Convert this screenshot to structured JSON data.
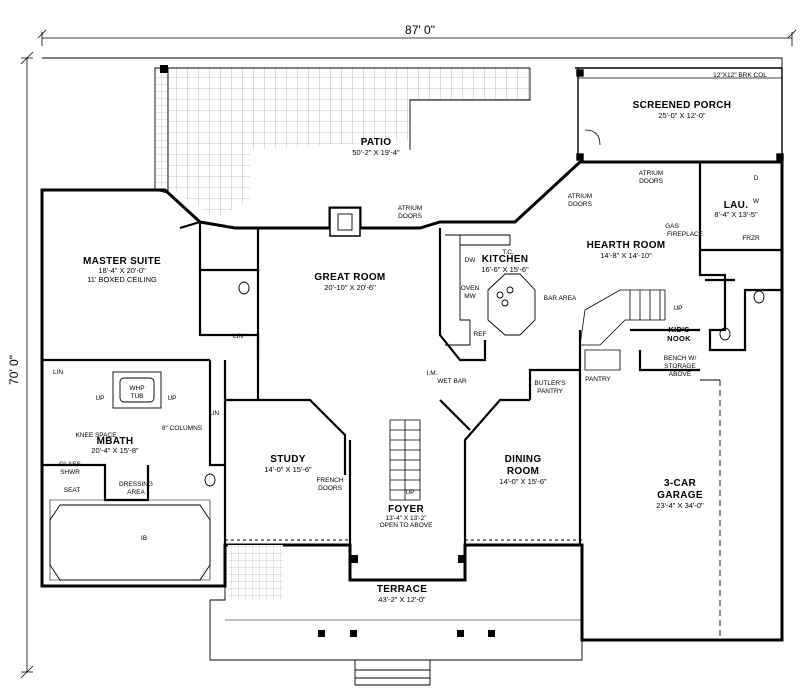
{
  "overall": {
    "width": "87' 0\"",
    "depth": "70' 0\""
  },
  "rooms": {
    "patio": {
      "name": "PATIO",
      "dim": "50'-2\" X 19'-4\""
    },
    "screened_porch": {
      "name": "SCREENED PORCH",
      "dim": "25'-0\" X 12'-0\""
    },
    "master_suite": {
      "name": "MASTER SUITE",
      "dim": "18'-4\" X 20'-0\"",
      "note": "11' BOXED CEILING"
    },
    "great_room": {
      "name": "GREAT ROOM",
      "dim": "20'-10\" X 20'-6\""
    },
    "kitchen": {
      "name": "KITCHEN",
      "dim": "16'-6\" X 15'-6\""
    },
    "hearth_room": {
      "name": "HEARTH ROOM",
      "dim": "14'-8\" X 14'-10\""
    },
    "laundry": {
      "name": "LAU.",
      "dim": "8'-4\" X 13'-5\""
    },
    "mbath": {
      "name": "MBATH",
      "dim": "20'-4\" X 15'-8\""
    },
    "study": {
      "name": "STUDY",
      "dim": "14'-0\" X 15'-6\""
    },
    "dining": {
      "name1": "DINING",
      "name2": "ROOM",
      "dim": "14'-0\" X 15'-6\""
    },
    "foyer": {
      "name": "FOYER",
      "dim": "13'-4\" X 13'-2\"",
      "note": "OPEN TO ABOVE"
    },
    "garage": {
      "name1": "3-CAR",
      "name2": "GARAGE",
      "dim": "23'-4\" X 34'-0\""
    },
    "terrace": {
      "name": "TERRACE",
      "dim": "43'-2\" X 12'-0\""
    }
  },
  "labels": {
    "brk_col": "12\"X12\" BRK COL",
    "atrium_doors": "ATRIUM",
    "doors": "DOORS",
    "tc": "T.C.",
    "dw": "DW",
    "oven": "OVEN",
    "mw": "MW",
    "ref": "REF",
    "bar_area": "BAR AREA",
    "gas": "GAS",
    "fireplace": "FIREPLACE",
    "frzr": "FRZR",
    "d": "D",
    "w": "W",
    "up": "UP",
    "kids1": "KID'S",
    "kids2": "NOOK",
    "bench1": "BENCH W/",
    "bench2": "STORAGE",
    "bench3": "ABOVE",
    "pantry": "PANTRY",
    "butlers1": "BUTLER'S",
    "butlers2": "PANTRY",
    "im_wet_bar1": "I.M.",
    "im_wet_bar2": "WET BAR",
    "lin": "LIN",
    "whp1": "WHP",
    "whp2": "TUB",
    "columns": "8\" COLUMNS",
    "knee_space": "KNEE SPACE",
    "glass1": "GLASS",
    "glass2": "SHWR",
    "seat": "SEAT",
    "dressing1": "DRESSING",
    "dressing2": "AREA",
    "french1": "FRENCH",
    "french2": "DOORS",
    "ib": "IB"
  }
}
